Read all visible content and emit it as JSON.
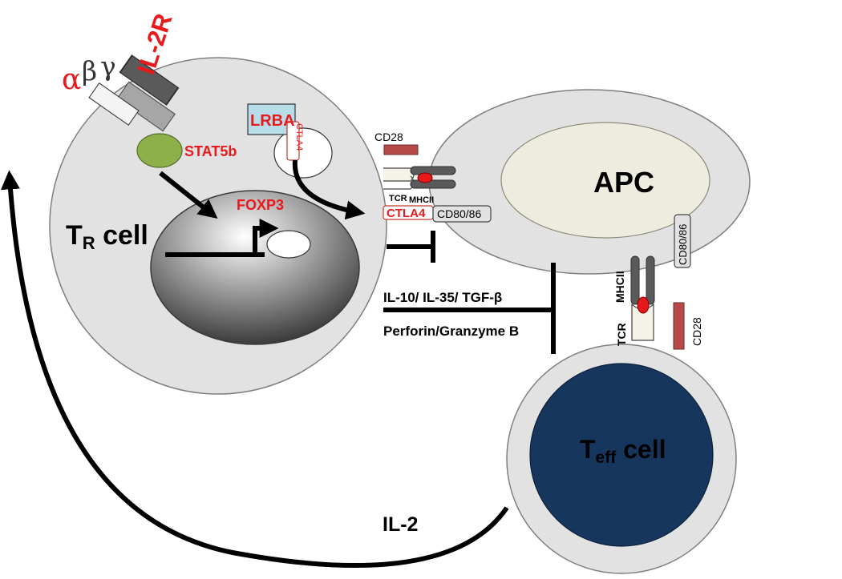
{
  "labels": {
    "il2r": "IL-2R",
    "alpha": "α",
    "beta": "β",
    "gamma": "γ",
    "stat5b": "STAT5b",
    "lrba": "LRBA",
    "ctla4_vesicle": "CTLA4",
    "foxp3": "FOXP3",
    "tr_cell_main": "T",
    "tr_cell_sub": "R",
    "tr_cell_suffix": " cell",
    "cd28_top": "CD28",
    "tcr_top": "TCR",
    "mhcii_top": "MHCII",
    "ctla4_surface": "CTLA4",
    "cd80_86_top": "CD80/86",
    "apc": "APC",
    "cd80_86_right": "CD80/86",
    "mhcii_right": "MHCII",
    "tcr_right": "TCR",
    "cd28_right": "CD28",
    "cytokines": "IL-10/ IL-35/ TGF-β",
    "perforin": "Perforin/Granzyme B",
    "teff_main": "T",
    "teff_sub": "eff",
    "teff_suffix": " cell",
    "il2": "IL-2"
  },
  "colors": {
    "highlight_text": "#e8191c",
    "cell_fill": "#e2e2e2",
    "apc_nucleus": "#eeecdf",
    "teff_nucleus": "#17365d",
    "stat5b_fill": "#8db04a",
    "lrba_fill": "#b7dde8",
    "cd28_fill": "#b54a48"
  }
}
